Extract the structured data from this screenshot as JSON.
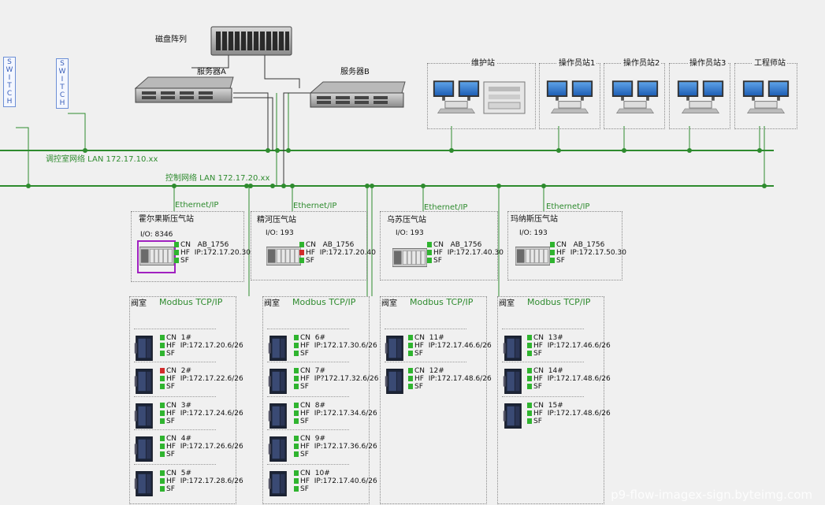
{
  "top": {
    "disk_array": "磁盘阵列",
    "server_a": "服务器A",
    "server_b": "服务器B",
    "switch_label": [
      "S",
      "W",
      "I",
      "T",
      "C",
      "H"
    ]
  },
  "stations": {
    "maint": "维护站",
    "op1": "操作员站1",
    "op2": "操作员站2",
    "op3": "操作员站3",
    "eng": "工程师站"
  },
  "lan": {
    "control_room": "调控室网络 LAN 172.17.10.xx",
    "control": "控制网络 LAN 172.17.20.xx"
  },
  "compressor_stations": [
    {
      "protocol": "Ethernet/IP",
      "name": "霍尔果斯压气站",
      "io": "I/O: 8346",
      "model": "AB_1756",
      "ip": "IP:172.17.20.30",
      "cn": "CN",
      "hf": "HF",
      "sf": "SF",
      "hf_status": "green"
    },
    {
      "protocol": "Ethernet/IP",
      "name": "精河压气站",
      "io": "I/O: 193",
      "model": "AB_1756",
      "ip": "IP:172.17.20.40",
      "cn": "CN",
      "hf": "HF",
      "sf": "SF",
      "hf_status": "red"
    },
    {
      "protocol": "Ethernet/IP",
      "name": "乌苏压气站",
      "io": "I/O: 193",
      "model": "AB_1756",
      "ip": "IP:172.17.40.30",
      "cn": "CN",
      "hf": "HF",
      "sf": "SF",
      "hf_status": "green"
    },
    {
      "protocol": "Ethernet/IP",
      "name": "玛纳斯压气站",
      "io": "I/O: 193",
      "model": "AB_1756",
      "ip": "IP:172.17.50.30",
      "cn": "CN",
      "hf": "HF",
      "sf": "SF",
      "hf_status": "green"
    }
  ],
  "valve_groups": [
    {
      "title": "阀室",
      "protocol": "Modbus TCP/IP",
      "items": [
        {
          "cn": "CN",
          "num": "1#",
          "ip": "IP:172.17.20.6/26",
          "hf": "HF",
          "sf": "SF",
          "cn_status": "green"
        },
        {
          "cn": "CN",
          "num": "2#",
          "ip": "IP:172.17.22.6/26",
          "hf": "HF",
          "sf": "SF",
          "cn_status": "red"
        },
        {
          "cn": "CN",
          "num": "3#",
          "ip": "IP:172.17.24.6/26",
          "hf": "HF",
          "sf": "SF",
          "cn_status": "green"
        },
        {
          "cn": "CN",
          "num": "4#",
          "ip": "IP:172.17.26.6/26",
          "hf": "HF",
          "sf": "SF",
          "cn_status": "green"
        },
        {
          "cn": "CN",
          "num": "5#",
          "ip": "IP:172.17.28.6/26",
          "hf": "HF",
          "sf": "SF",
          "cn_status": "green"
        }
      ]
    },
    {
      "title": "阀室",
      "protocol": "Modbus TCP/IP",
      "items": [
        {
          "cn": "CN",
          "num": "6#",
          "ip": "IP:172.17.30.6/26",
          "hf": "HF",
          "sf": "SF",
          "cn_status": "green"
        },
        {
          "cn": "CN",
          "num": "7#",
          "ip": "IP?172.17.32.6/26",
          "hf": "HF",
          "sf": "SF",
          "cn_status": "green"
        },
        {
          "cn": "CN",
          "num": "8#",
          "ip": "IP:172.17.34.6/26",
          "hf": "HF",
          "sf": "SF",
          "cn_status": "green"
        },
        {
          "cn": "CN",
          "num": "9#",
          "ip": "IP:172.17.36.6/26",
          "hf": "HF",
          "sf": "SF",
          "cn_status": "green"
        },
        {
          "cn": "CN",
          "num": "10#",
          "ip": "IP:172.17.40.6/26",
          "hf": "HF",
          "sf": "SF",
          "cn_status": "green"
        }
      ]
    },
    {
      "title": "阀室",
      "protocol": "Modbus TCP/IP",
      "items": [
        {
          "cn": "CN",
          "num": "11#",
          "ip": "IP:172.17.46.6/26",
          "hf": "HF",
          "sf": "SF",
          "cn_status": "green"
        },
        {
          "cn": "CN",
          "num": "12#",
          "ip": "IP:172.17.48.6/26",
          "hf": "HF",
          "sf": "SF",
          "cn_status": "green"
        }
      ]
    },
    {
      "title": "阀室",
      "protocol": "Modbus TCP/IP",
      "items": [
        {
          "cn": "CN",
          "num": "13#",
          "ip": "IP:172.17.46.6/26",
          "hf": "HF",
          "sf": "SF",
          "cn_status": "green"
        },
        {
          "cn": "CN",
          "num": "14#",
          "ip": "IP:172.17.48.6/26",
          "hf": "HF",
          "sf": "SF",
          "cn_status": "green"
        },
        {
          "cn": "CN",
          "num": "15#",
          "ip": "IP:172.17.48.6/26",
          "hf": "HF",
          "sf": "SF",
          "cn_status": "green"
        }
      ]
    }
  ],
  "watermark": "p9-flow-imagex-sign.byteimg.com",
  "colors": {
    "network_line": "#2e8b2e",
    "status_green": "#2fb42f",
    "status_red": "#d12b2b",
    "highlight": "#a020c0"
  }
}
